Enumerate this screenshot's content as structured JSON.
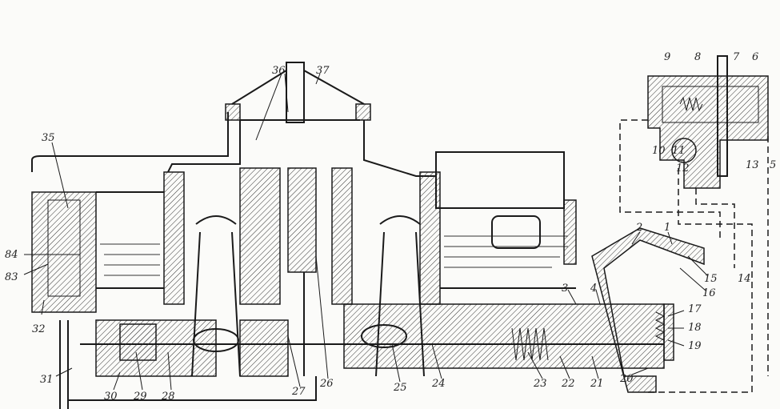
{
  "diagram": {
    "labels": [
      "36",
      "37",
      "35",
      "9",
      "8",
      "7",
      "6",
      "10",
      "11",
      "12",
      "13",
      "5",
      "2",
      "1",
      "15",
      "16",
      "14",
      "17",
      "18",
      "19",
      "20",
      "21",
      "22",
      "23",
      "24",
      "25",
      "26",
      "27",
      "28",
      "29",
      "30",
      "31",
      "32",
      "84",
      "83",
      "3",
      "4"
    ]
  },
  "colors": {
    "ink": "#1a1a1a",
    "paper": "#fbfbf9"
  }
}
